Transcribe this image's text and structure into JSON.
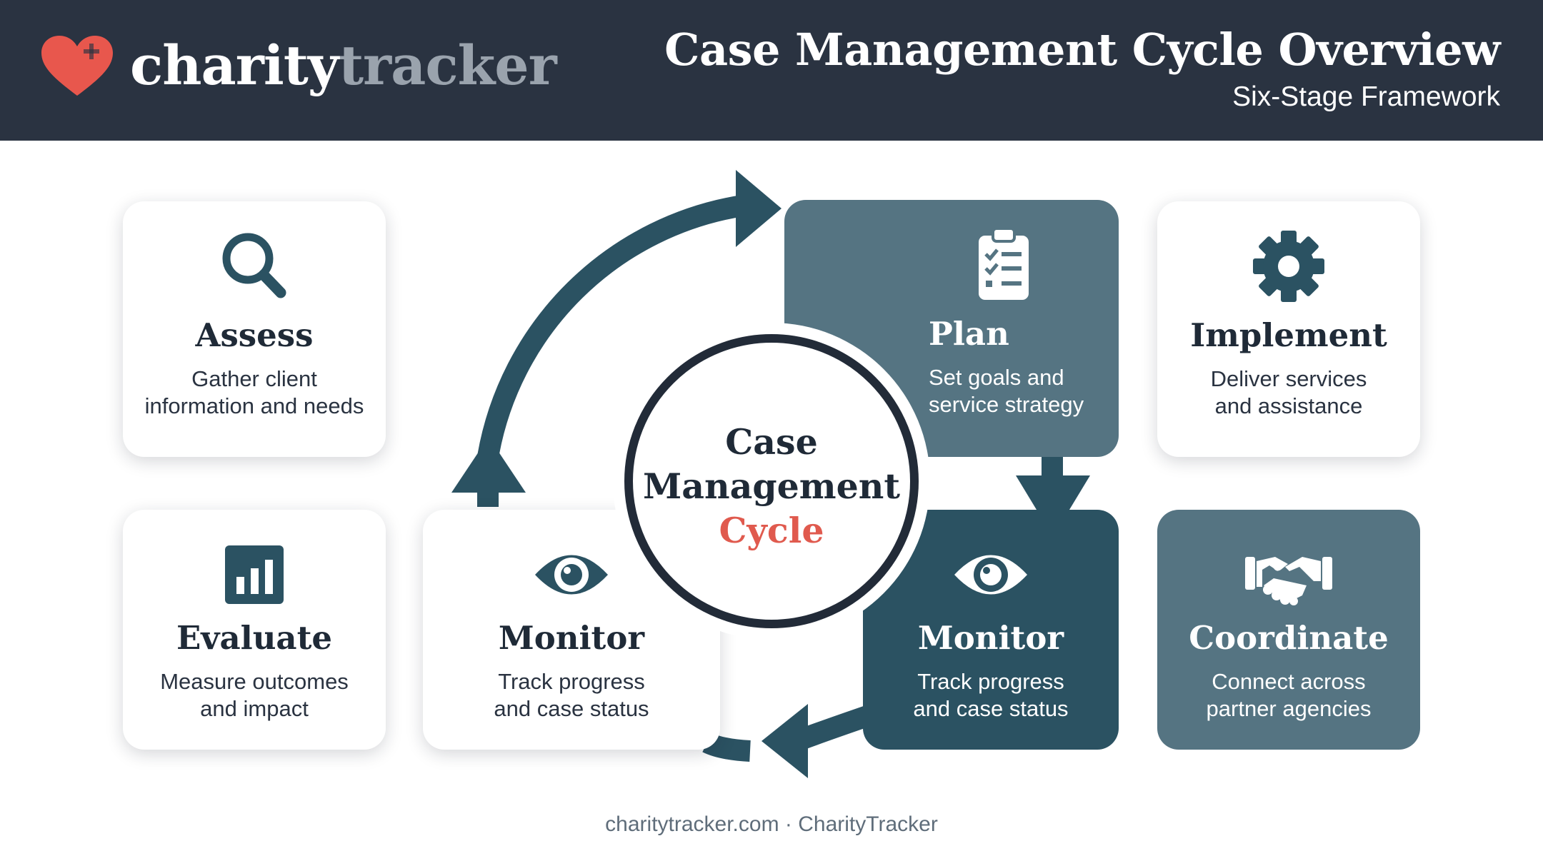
{
  "header": {
    "brand_part1": "charity",
    "brand_part2": "tracker",
    "title": "Case Management Cycle Overview",
    "subtitle": "Six-Stage Framework"
  },
  "hub": {
    "line1": "Case",
    "line2": "Management",
    "line3": "Cycle"
  },
  "stages": {
    "assess": {
      "name": "Assess",
      "desc1": "Gather client",
      "desc2": "information and needs",
      "icon": "search-icon"
    },
    "plan": {
      "name": "Plan",
      "desc1": "Set goals and",
      "desc2": "service strategy",
      "icon": "clipboard-checklist-icon"
    },
    "implement": {
      "name": "Implement",
      "desc1": "Deliver services",
      "desc2": "and assistance",
      "icon": "gear-icon"
    },
    "evaluate": {
      "name": "Evaluate",
      "desc1": "Measure outcomes",
      "desc2": "and impact",
      "icon": "bar-chart-icon"
    },
    "monitor_light": {
      "name": "Monitor",
      "desc1": "Track progress",
      "desc2": "and case status",
      "icon": "eye-icon"
    },
    "monitor_dark": {
      "name": "Monitor",
      "desc1": "Track progress",
      "desc2": "and case status",
      "icon": "eye-icon"
    },
    "coordinate": {
      "name": "Coordinate",
      "desc1": "Connect across",
      "desc2": "partner agencies",
      "icon": "handshake-icon"
    }
  },
  "colors": {
    "header_bg": "#2a3341",
    "accent_red": "#e05a4e",
    "teal_dark": "#2b5262",
    "teal_mid": "#557482",
    "arrow": "#2b5262"
  },
  "footer": {
    "text": "charitytracker.com · CharityTracker"
  }
}
